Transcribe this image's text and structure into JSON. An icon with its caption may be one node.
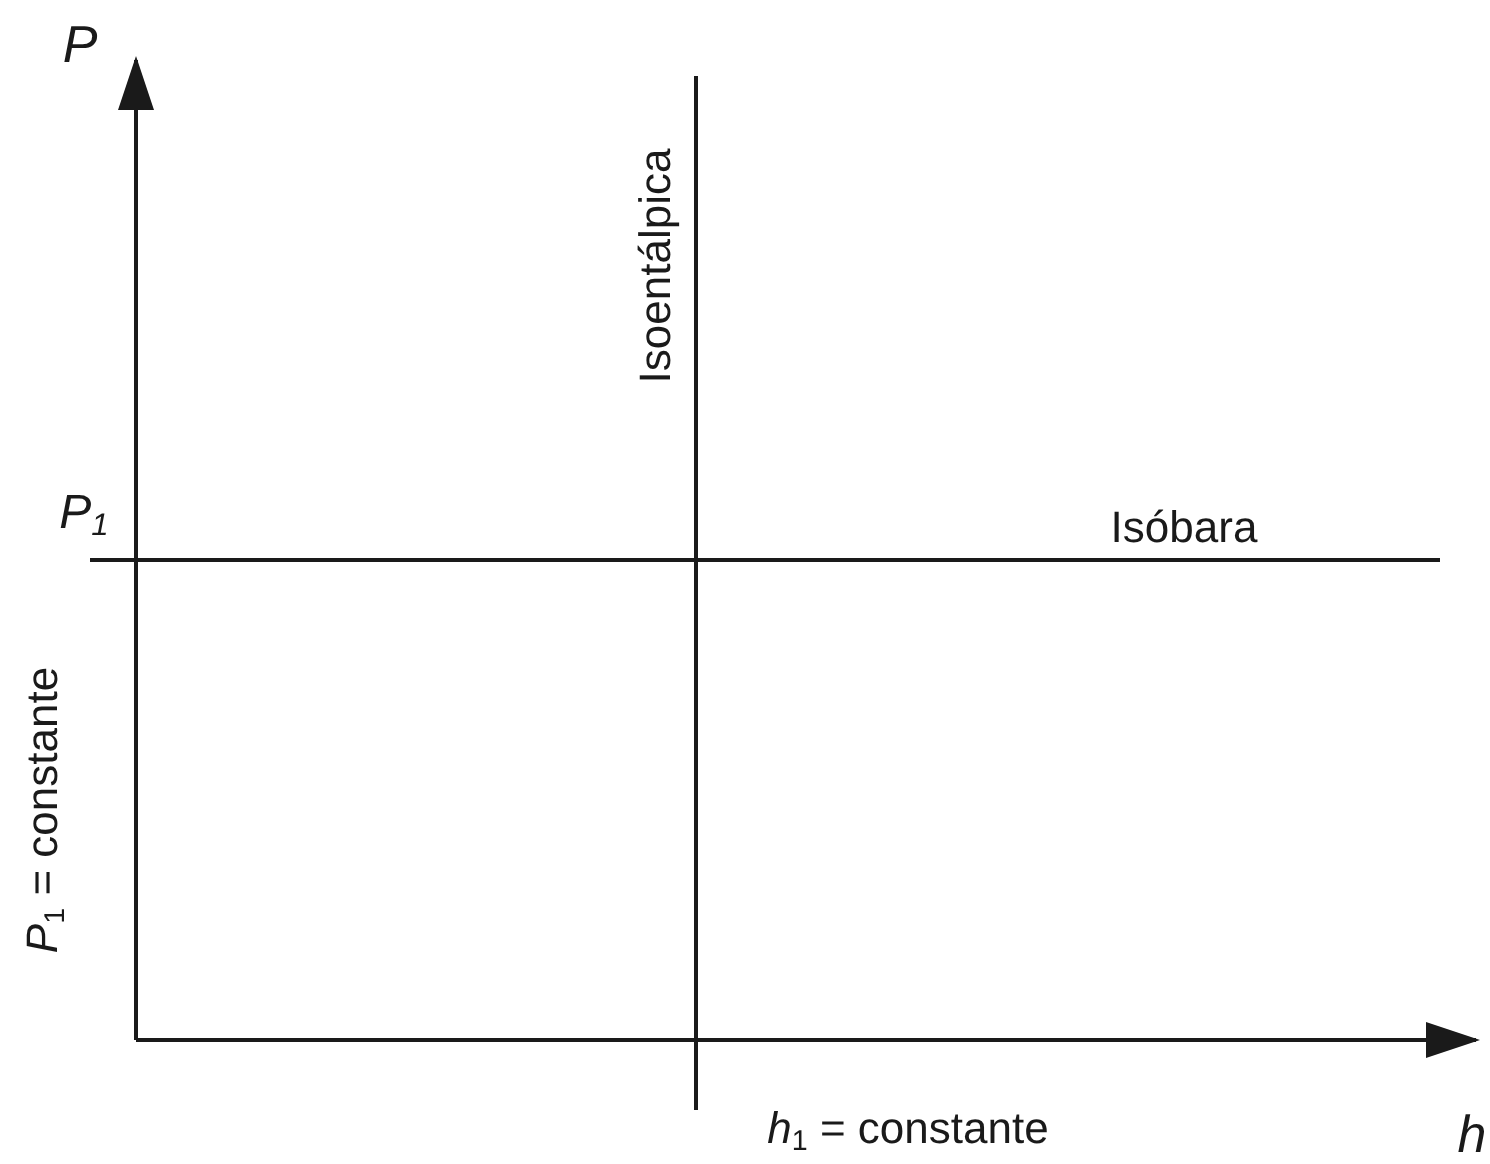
{
  "diagram": {
    "labels": [
      "P",
      "P$_{1}$",
      "Isoentálpica",
      "Isóbara",
      "*P*$_{1}$ = constante",
      "*h*$_{1}$ = constante",
      "h"
    ]
  }
}
